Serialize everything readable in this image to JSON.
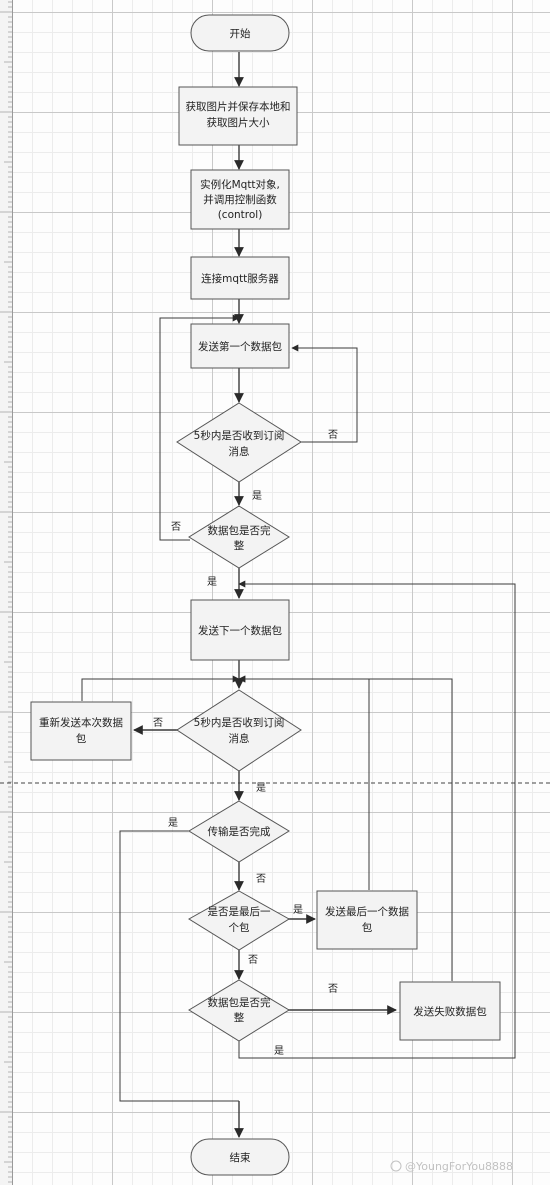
{
  "flowchart": {
    "nodes": {
      "start": "开始",
      "get_image": [
        "获取图片并保存本地和",
        "获取图片大小"
      ],
      "instantiate": [
        "实例化Mqtt对象,",
        "并调用控制函数",
        "(control)"
      ],
      "connect": "连接mqtt服务器",
      "send_first": "发送第一个数据包",
      "check_recv_1": [
        "5秒内是否收到订阅",
        "消息"
      ],
      "check_complete_1": [
        "数据包是否完",
        "整"
      ],
      "send_next": "发送下一个数据包",
      "check_recv_2": [
        "5秒内是否收到订阅",
        "消息"
      ],
      "resend": [
        "重新发送本次数据",
        "包"
      ],
      "transfer_done": "传输是否完成",
      "is_last": [
        "是否是最后一",
        "个包"
      ],
      "send_last": [
        "发送最后一个数据",
        "包"
      ],
      "check_complete_2": [
        "数据包是否完",
        "整"
      ],
      "send_fail": "发送失败数据包",
      "end": "结束"
    },
    "edge_labels": {
      "recv1_no": "否",
      "recv1_yes": "是",
      "complete1_no": "否",
      "complete1_yes": "是",
      "recv2_no": "否",
      "recv2_yes": "是",
      "done_yes": "是",
      "done_no": "否",
      "last_yes": "是",
      "last_no": "否",
      "complete2_no": "否",
      "complete2_yes": "是"
    }
  },
  "watermark": "@YoungForYou8888",
  "colors": {
    "shape_fill": "#f3f3f3",
    "shape_stroke": "#555555",
    "line": "#3a3a3a"
  }
}
